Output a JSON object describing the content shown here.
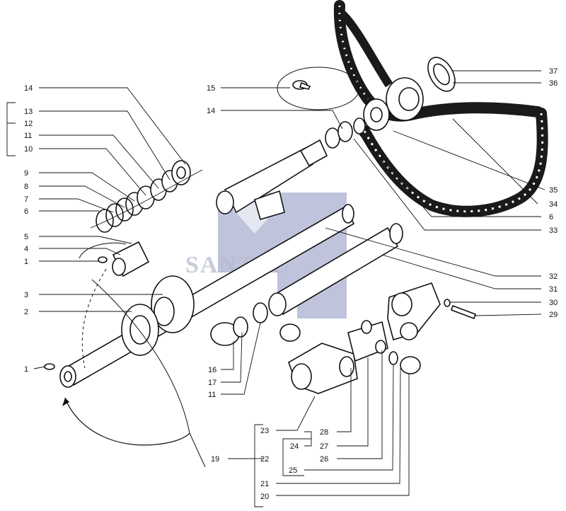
{
  "diagram": {
    "title": "",
    "watermark": "SANTAL",
    "colors": {
      "ink": "#111111",
      "watermark": "#3c4b8c",
      "part_dark": "#1a1a1a"
    },
    "labels": {
      "l14a": "14",
      "l13": "13",
      "l12": "12",
      "l11a": "11",
      "l10": "10",
      "l9": "9",
      "l8": "8",
      "l7": "7",
      "l6a": "6",
      "l5": "5",
      "l4": "4",
      "l1a": "1",
      "l3": "3",
      "l2": "2",
      "l1b": "1",
      "l15": "15",
      "l14b": "14",
      "l37": "37",
      "l36": "36",
      "l35": "35",
      "l34": "34",
      "l6b": "6",
      "l33": "33",
      "l32": "32",
      "l31": "31",
      "l30": "30",
      "l29": "29",
      "l16": "16",
      "l17": "17",
      "l11b": "11",
      "l23": "23",
      "l28": "28",
      "l27": "27",
      "l24": "24",
      "l19": "19",
      "l22": "22",
      "l26": "26",
      "l25": "25",
      "l21": "21",
      "l20": "20"
    }
  }
}
